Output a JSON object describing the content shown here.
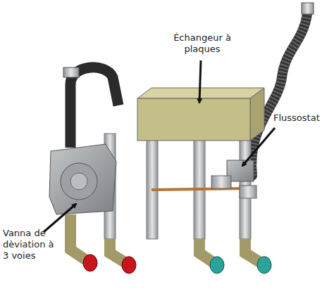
{
  "diagram": {
    "labels": [
      "Échangeur à plaques",
      "Flussostat",
      "Vanna de dèviation à 3 voies"
    ]
  }
}
